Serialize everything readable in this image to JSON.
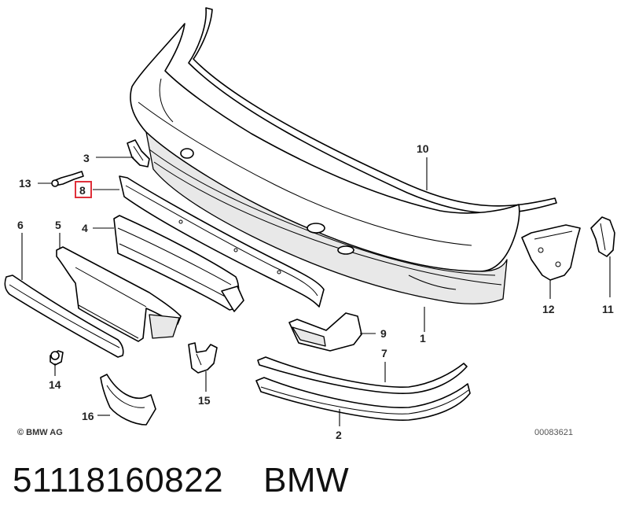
{
  "diagram": {
    "labels": {
      "1": "1",
      "2": "2",
      "3": "3",
      "4": "4",
      "5": "5",
      "6": "6",
      "7": "7",
      "8": "8",
      "9": "9",
      "10": "10",
      "11": "11",
      "12": "12",
      "13": "13",
      "14": "14",
      "15": "15",
      "16": "16"
    },
    "highlighted_label": "8",
    "highlight_color": "#e0303a",
    "copyright": "© BMW AG",
    "reference_number": "00083621"
  },
  "caption": {
    "part_number": "51118160822",
    "brand": "BMW"
  }
}
